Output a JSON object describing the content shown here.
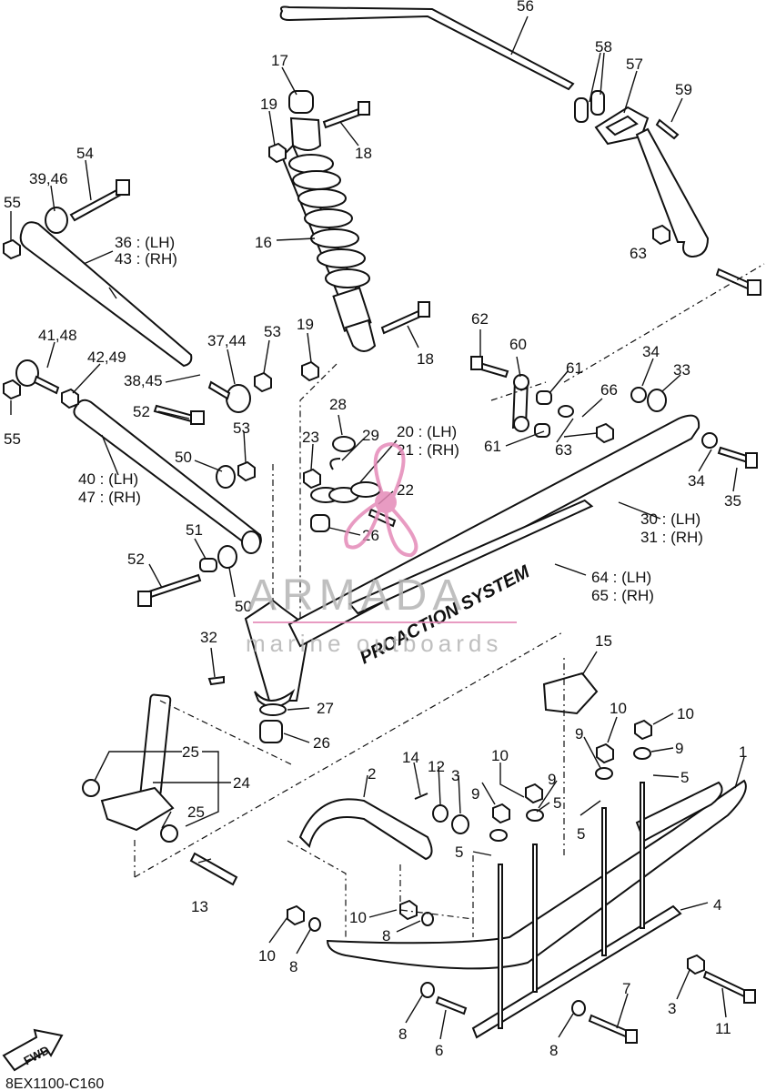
{
  "diagram": {
    "code": "8EX1100-C160",
    "fwd_label": "FWD",
    "decal_text": "PROACTION SYSTEM",
    "watermark": {
      "title": "ARMADA",
      "subtitle": "marine outboards"
    }
  },
  "callouts": [
    "56",
    "58",
    "57",
    "59",
    "17",
    "19",
    "18",
    "54",
    "39,46",
    "55",
    "36 : (LH)",
    "43 : (RH)",
    "16",
    "19",
    "18",
    "62",
    "60",
    "61",
    "34",
    "33",
    "41,48",
    "42,49",
    "37,44",
    "53",
    "38,45",
    "55",
    "52",
    "28",
    "29",
    "23",
    "20 : (LH)",
    "21 : (RH)",
    "61",
    "63",
    "66",
    "63",
    "53",
    "50",
    "22",
    "26",
    "34",
    "35",
    "40 : (LH)",
    "47 : (RH)",
    "30 : (LH)",
    "31 : (RH)",
    "51",
    "52",
    "64 : (LH)",
    "65 : (RH)",
    "50",
    "32",
    "15",
    "27",
    "25",
    "26",
    "24",
    "25",
    "10",
    "10",
    "9",
    "9",
    "5",
    "14",
    "12",
    "3",
    "9",
    "10",
    "5",
    "1",
    "2",
    "9",
    "5",
    "5",
    "5",
    "13",
    "4",
    "10",
    "8",
    "10",
    "8",
    "7",
    "3",
    "11",
    "8",
    "6",
    "8"
  ],
  "colors": {
    "line": "#111111",
    "watermark_pink": "#e58ab8",
    "watermark_gray": "#b5b5b5"
  }
}
